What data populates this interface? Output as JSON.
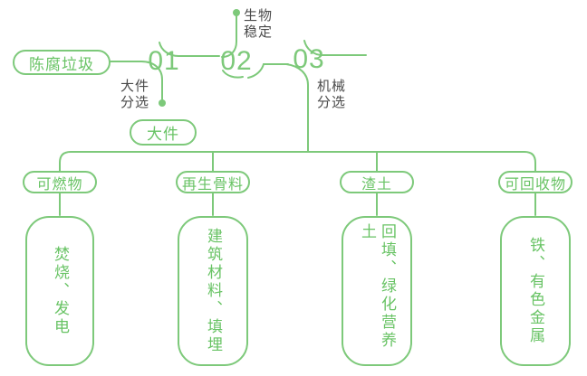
{
  "colors": {
    "line_green": "#7dc97a",
    "text_green": "#68c364",
    "label_dark": "#4a4a4a",
    "background": "#ffffff"
  },
  "flow": {
    "source_label": "陈腐垃圾",
    "steps": [
      {
        "number": "01",
        "label": "大件\n分选",
        "output_label": "大件"
      },
      {
        "number": "02",
        "label": "生物\n稳定"
      },
      {
        "number": "03",
        "label": "机械\n分选"
      }
    ]
  },
  "branches": [
    {
      "category": "可燃物",
      "result": "焚烧、发电"
    },
    {
      "category": "再生骨料",
      "result": "建筑材料、填埋"
    },
    {
      "category": "渣土",
      "result": "回填、绿化营养土"
    },
    {
      "category": "可回收物",
      "result": "铁、有色金属"
    }
  ]
}
